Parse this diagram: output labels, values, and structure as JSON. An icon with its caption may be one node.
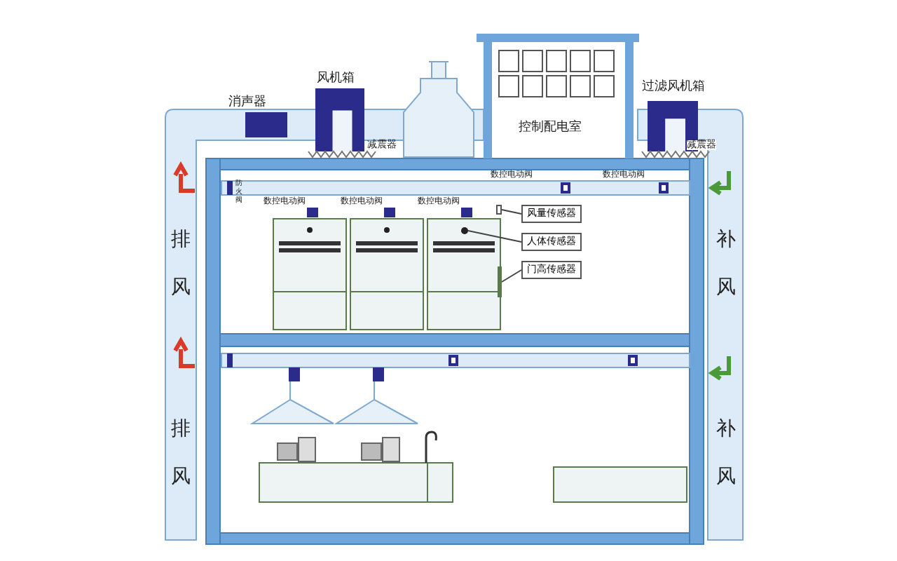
{
  "diagram": {
    "nodes": [
      {
        "text": [
          "风量传感器"
        ]
      },
      {
        "text": [
          "人体传感器"
        ]
      },
      {
        "text": [
          "门高传感器"
        ]
      },
      {
        "text": [],
        "shape": "box"
      },
      {
        "text": [],
        "shape": "circle"
      },
      {
        "text": [],
        "shape": "bar"
      }
    ],
    "edges": [
      {
        "from": 0,
        "to": 3,
        "arrow": "none"
      },
      {
        "from": 1,
        "to": 4,
        "arrow": "none"
      },
      {
        "from": 2,
        "to": 5,
        "arrow": "none"
      }
    ],
    "labels": [
      "风机箱",
      "消声器",
      "过滤风机箱",
      "控制配电室",
      "减震器",
      "减震器",
      "数控电动阀",
      "数控电动阀",
      "防火阀",
      "数控电动阀",
      "数控电动阀",
      "数控电动阀",
      "排风",
      "补风",
      "排风",
      "补风"
    ]
  }
}
